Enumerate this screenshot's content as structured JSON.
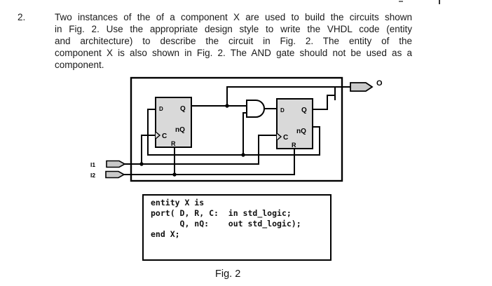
{
  "question": {
    "number": "2.",
    "lines": [
      "Two instances of the of a component X are used to build the circuits shown",
      "in Fig. 2. Use the appropriate design style to write the VHDL code (entity",
      "and architecture) to describe the circuit in Fig. 2. The entity of the",
      "component X is also shown in Fig. 2. The AND gate should not be used as a",
      "component."
    ]
  },
  "circuit": {
    "ff1": {
      "d": "D",
      "q": "Q",
      "nq": "nQ",
      "c": "C",
      "r": "R"
    },
    "ff2": {
      "d": "D",
      "q": "Q",
      "nq": "nQ",
      "c": "C",
      "r": "R"
    },
    "inputs": {
      "i1": "I1",
      "i2": "I2"
    },
    "output": {
      "o": "O"
    }
  },
  "code_box": {
    "lines": [
      "entity X is",
      "",
      "port( D, R, C:  in std_logic;",
      "      Q, nQ:    out std_logic);",
      "end X;"
    ]
  },
  "caption": "Fig. 2",
  "colors": {
    "ff_fill": "#d9d9d9",
    "connector_fill": "#c9c9c9",
    "line": "#000000",
    "text": "#1a1a1a"
  }
}
